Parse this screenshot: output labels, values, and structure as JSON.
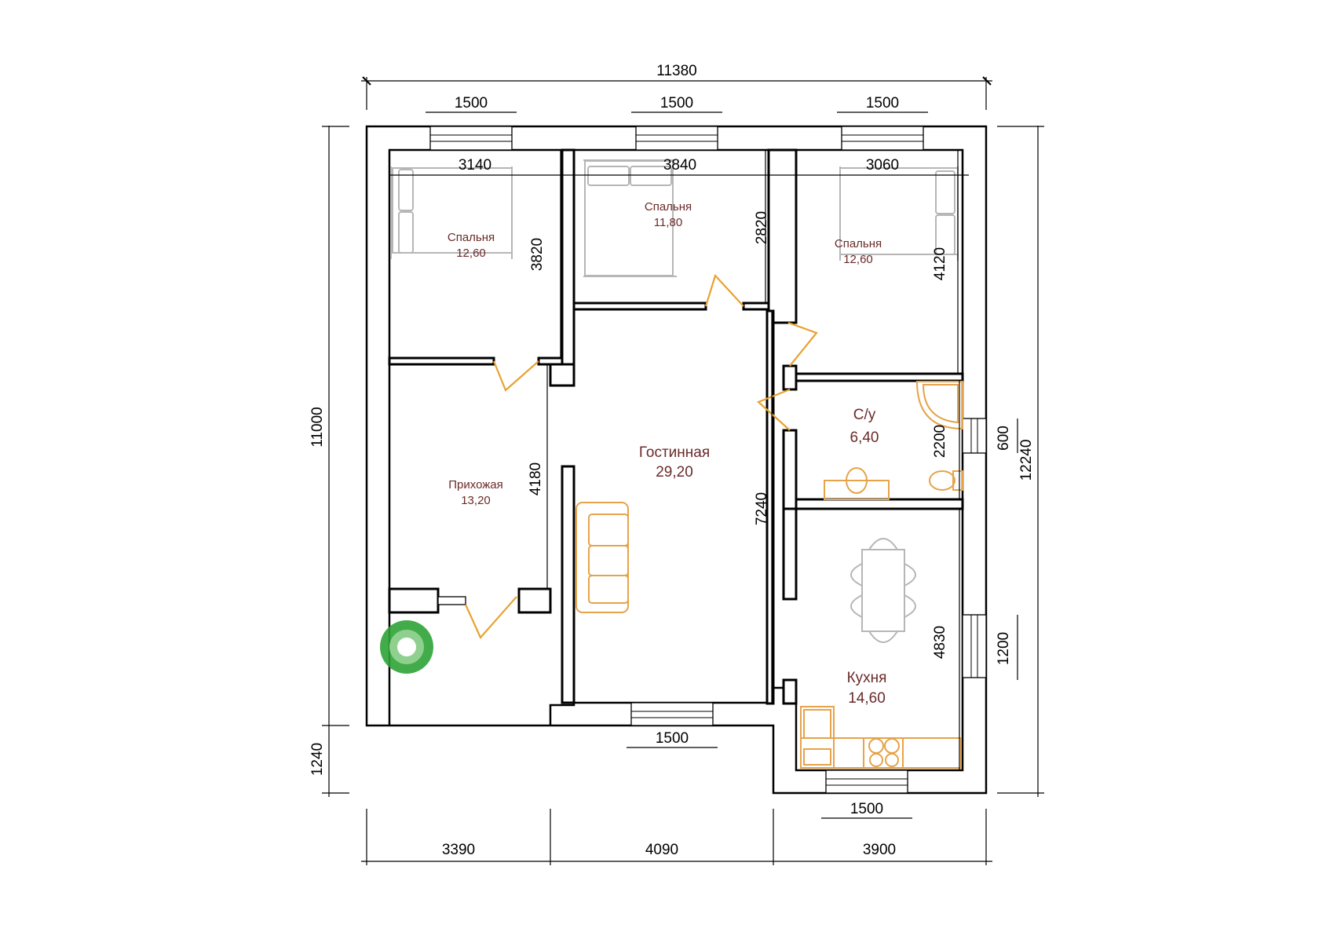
{
  "dimensions": {
    "total_width": "11380",
    "total_height": "11000",
    "total_height_right": "12240",
    "porch_depth": "1240",
    "window_bed_left": "1500",
    "window_bed_mid": "1500",
    "window_bed_right": "1500",
    "window_living": "1500",
    "window_kitchen": "1500",
    "bed_left_width": "3140",
    "bed_mid_width": "3840",
    "bed_right_width": "3060",
    "bed_left_height": "3820",
    "bed_mid_height": "2820",
    "bed_right_height": "4120",
    "hall_height": "4180",
    "living_height": "7240",
    "bath_height": "2200",
    "bath_window": "600",
    "kitchen_height": "4830",
    "kitchen_window": "1200",
    "bottom_left": "3390",
    "bottom_mid": "4090",
    "bottom_right": "3900"
  },
  "rooms": {
    "bedroom_left": {
      "name": "Спальня",
      "area": "12,60"
    },
    "bedroom_mid": {
      "name": "Спальня",
      "area": "11,80"
    },
    "bedroom_right": {
      "name": "Спальня",
      "area": "12,60"
    },
    "living": {
      "name": "Гостинная",
      "area": "29,20"
    },
    "hallway": {
      "name": "Прихожая",
      "area": "13,20"
    },
    "bathroom": {
      "name": "С/у",
      "area": "6,40"
    },
    "kitchen": {
      "name": "Кухня",
      "area": "14,60"
    }
  },
  "colors": {
    "walls": "#000000",
    "room_labels": "#6b2a2a",
    "doors": "#e8a231",
    "kitchen_furniture": "#e6a34a",
    "bedroom_furniture": "#b6b6b6",
    "plant": "#2fa336"
  }
}
